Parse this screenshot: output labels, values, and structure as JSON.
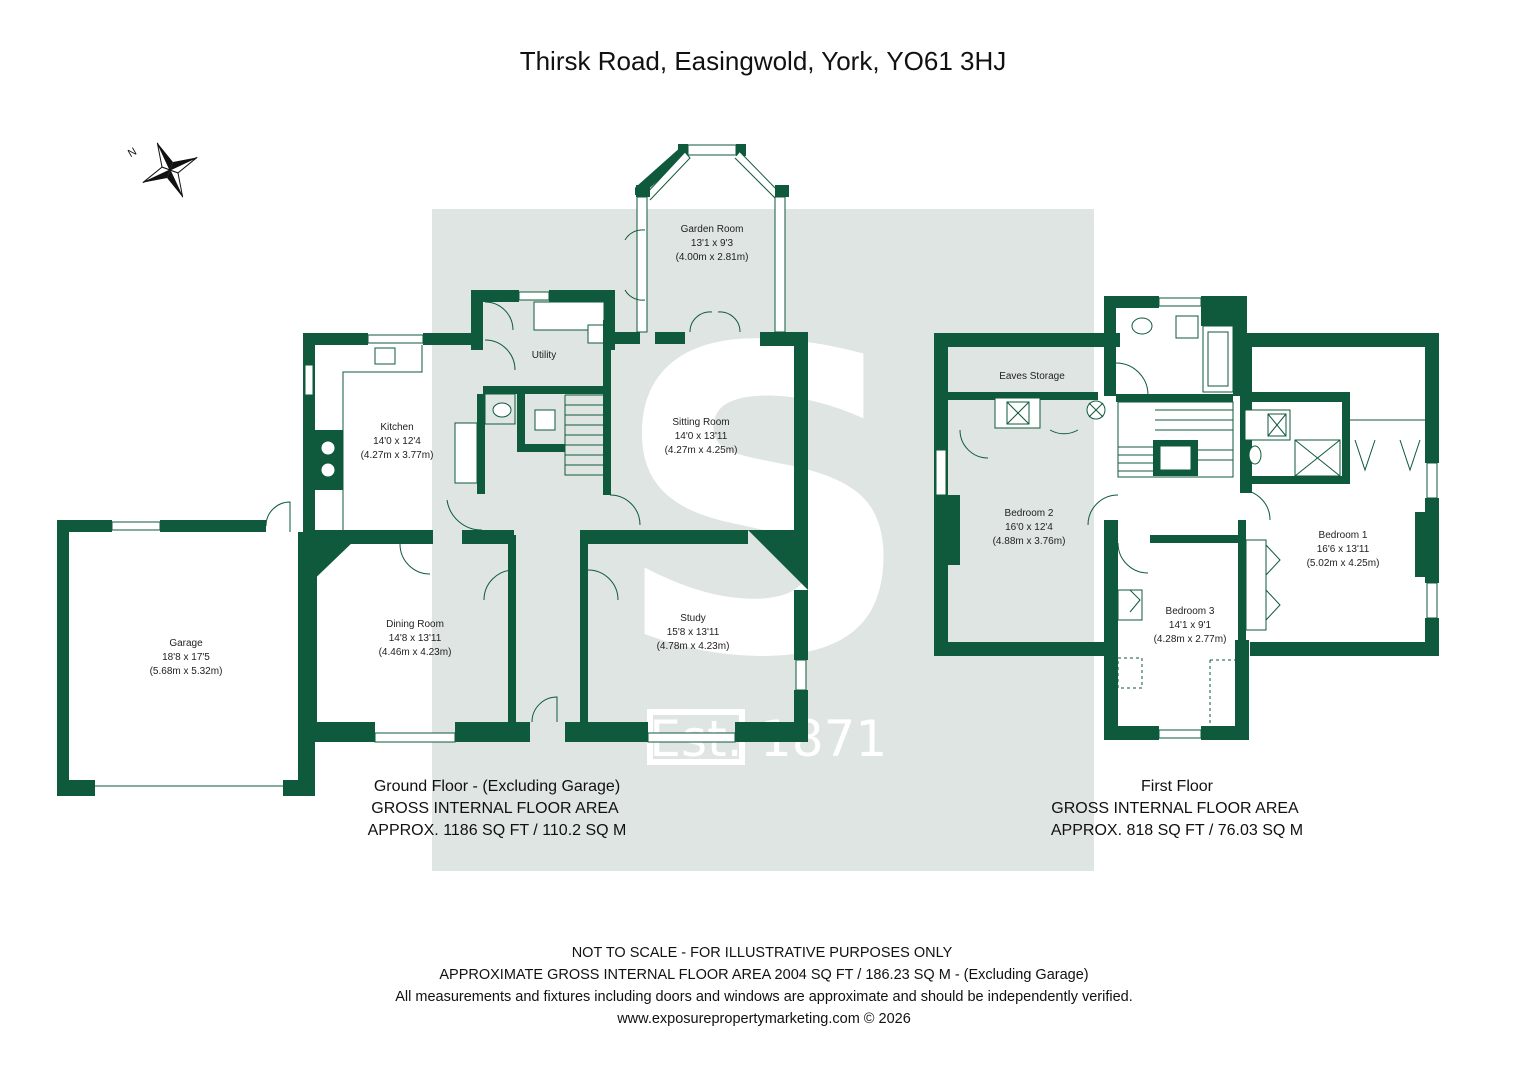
{
  "header": {
    "title": "Thirsk Road, Easingwold, York, YO61 3HJ"
  },
  "watermark": {
    "letter": "S",
    "est": "Est.",
    "year": "1871"
  },
  "compass": {
    "north_label": "N",
    "icon": "compass-rose-icon"
  },
  "ground_floor": {
    "rooms": [
      {
        "id": "garden-room",
        "name": "Garden Room",
        "imperial": "13'1 x 9'3",
        "metric": "(4.00m x 2.81m)"
      },
      {
        "id": "utility",
        "name": "Utility"
      },
      {
        "id": "kitchen",
        "name": "Kitchen",
        "imperial": "14'0 x 12'4",
        "metric": "(4.27m x 3.77m)"
      },
      {
        "id": "sitting-room",
        "name": "Sitting Room",
        "imperial": "14'0 x 13'11",
        "metric": "(4.27m x 4.25m)"
      },
      {
        "id": "dining-room",
        "name": "Dining Room",
        "imperial": "14'8 x 13'11",
        "metric": "(4.46m x 4.23m)"
      },
      {
        "id": "study",
        "name": "Study",
        "imperial": "15'8 x 13'11",
        "metric": "(4.78m x 4.23m)"
      },
      {
        "id": "garage",
        "name": "Garage",
        "imperial": "18'8 x 17'5",
        "metric": "(5.68m x 5.32m)"
      }
    ],
    "area": {
      "line1": "Ground Floor - (Excluding Garage)",
      "line2": "GROSS INTERNAL FLOOR AREA",
      "line3": "APPROX. 1186 SQ FT / 110.2 SQ M"
    }
  },
  "first_floor": {
    "rooms": [
      {
        "id": "eaves-storage",
        "name": "Eaves Storage"
      },
      {
        "id": "bedroom-2",
        "name": "Bedroom 2",
        "imperial": "16'0 x 12'4",
        "metric": "(4.88m x 3.76m)"
      },
      {
        "id": "bedroom-1",
        "name": "Bedroom 1",
        "imperial": "16'6 x 13'11",
        "metric": "(5.02m x 4.25m)"
      },
      {
        "id": "bedroom-3",
        "name": "Bedroom 3",
        "imperial": "14'1 x 9'1",
        "metric": "(4.28m x 2.77m)"
      }
    ],
    "area": {
      "line1": "First Floor",
      "line2": "GROSS INTERNAL FLOOR AREA",
      "line3": "APPROX. 818 SQ FT / 76.03 SQ M"
    }
  },
  "footer": {
    "line1": "NOT TO SCALE - FOR ILLUSTRATIVE PURPOSES ONLY",
    "line2": "APPROXIMATE GROSS INTERNAL FLOOR AREA 2004 SQ FT / 186.23 SQ M - (Excluding Garage)",
    "line3": "All measurements and fixtures including doors and windows are approximate and should be independently verified.",
    "line4": "www.exposurepropertymarketing.com © 2026"
  },
  "colors": {
    "wall": "#0f5a3c",
    "watermark": "#dfe5e2"
  }
}
